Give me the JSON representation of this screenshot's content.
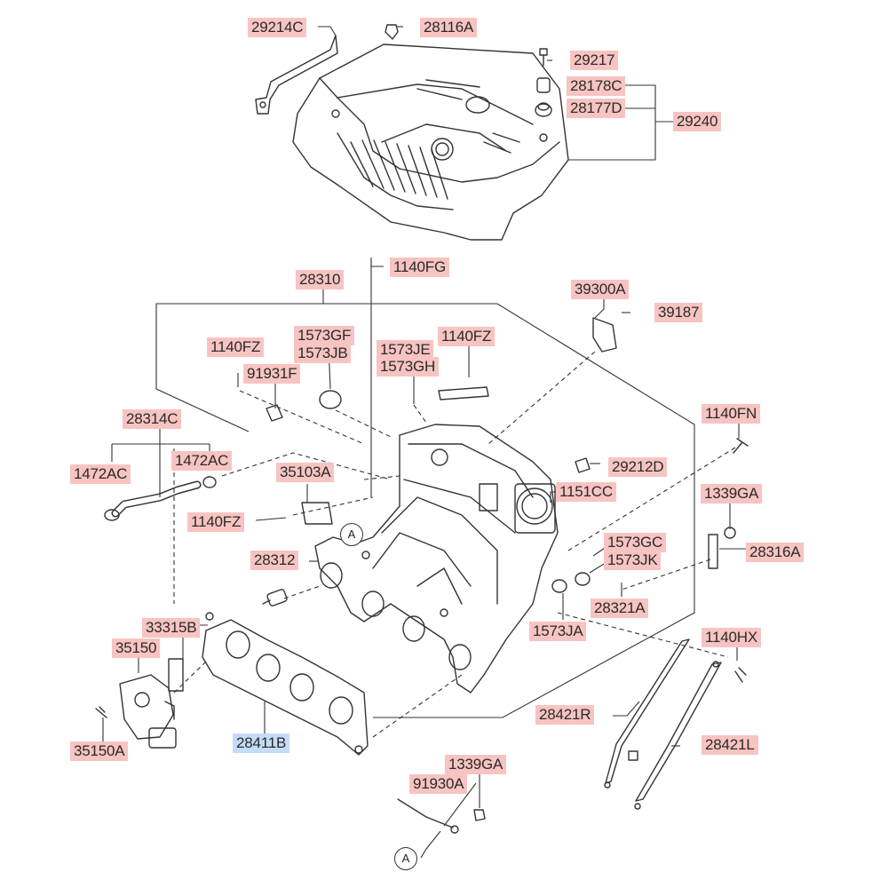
{
  "labels": {
    "p29214C": "29214C",
    "p28116A": "28116A",
    "p29217": "29217",
    "p28178C": "28178C",
    "p28177D": "28177D",
    "p29240": "29240",
    "p1140FG": "1140FG",
    "p28310": "28310",
    "p39300A": "39300A",
    "p39187": "39187",
    "p1140FZ_a": "1140FZ",
    "p1573GF": "1573GF",
    "p1573JB": "1573JB",
    "p1573JE": "1573JE",
    "p1573GH": "1573GH",
    "p1140FZ_b": "1140FZ",
    "p91931F": "91931F",
    "p28314C": "28314C",
    "p1472AC_a": "1472AC",
    "p1472AC_b": "1472AC",
    "p35103A": "35103A",
    "p1140FZ_c": "1140FZ",
    "p1140FN": "1140FN",
    "p29212D": "29212D",
    "p1151CC": "1151CC",
    "p1339GA_a": "1339GA",
    "p28316A": "28316A",
    "p1573GC": "1573GC",
    "p1573JK": "1573JK",
    "p28321A": "28321A",
    "p1573JA": "1573JA",
    "p28312": "28312",
    "p33315B": "33315B",
    "p35150": "35150",
    "p35150A": "35150A",
    "p28411B": "28411B",
    "p1140HX": "1140HX",
    "p28421R": "28421R",
    "p28421L": "28421L",
    "p1339GA_b": "1339GA",
    "p91930A": "91930A"
  },
  "markers": {
    "a1": "A",
    "a2": "A"
  },
  "colors": {
    "label_bg": "#f7c4c1",
    "highlight_bg": "#c5dcf7",
    "line": "#333333"
  }
}
